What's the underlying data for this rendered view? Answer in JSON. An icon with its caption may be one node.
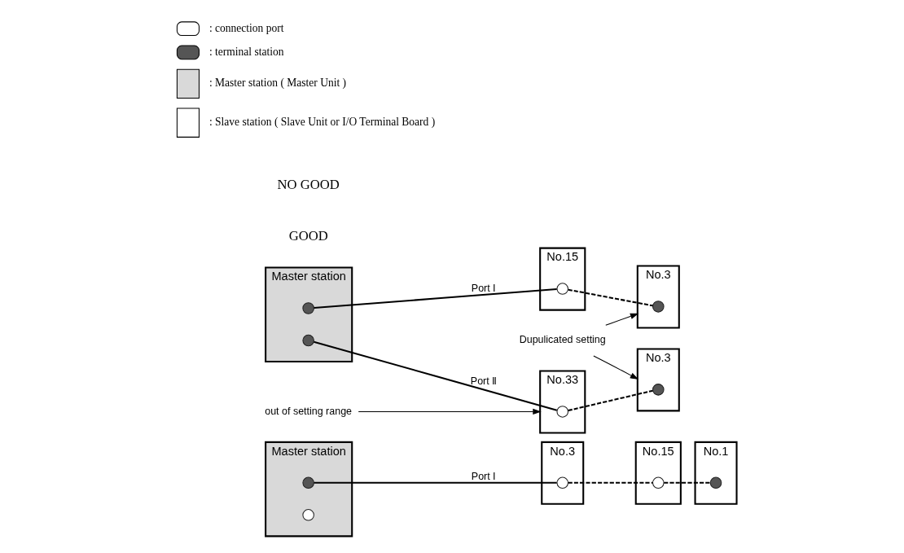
{
  "diagram": {
    "nodes": [
      {
        "text": [
          "Master station"
        ]
      },
      {
        "text": [],
        "shape": "dot",
        "in": 0
      },
      {
        "text": [],
        "shape": "circle",
        "in": 0
      },
      {
        "text": [
          "No.3"
        ]
      },
      {
        "text": [],
        "shape": "circle",
        "in": 3
      },
      {
        "text": [
          "No.15"
        ]
      },
      {
        "text": [],
        "shape": "circle",
        "in": 5
      },
      {
        "text": [
          "No.1"
        ]
      },
      {
        "text": [],
        "shape": "dot",
        "in": 7
      },
      {
        "text": [
          "Master station"
        ]
      },
      {
        "text": [],
        "shape": "dot",
        "in": 9
      },
      {
        "text": [],
        "shape": "dot",
        "in": 9
      },
      {
        "text": [
          "No.15"
        ]
      },
      {
        "text": [],
        "shape": "circle",
        "in": 12
      },
      {
        "text": [
          "No.3"
        ]
      },
      {
        "text": [],
        "shape": "dot",
        "in": 14
      },
      {
        "text": [
          "No.33"
        ]
      },
      {
        "text": [],
        "shape": "circle",
        "in": 16
      },
      {
        "text": [
          "No.3"
        ]
      },
      {
        "text": [],
        "shape": "dot",
        "in": 18
      },
      {
        "text": [
          "Dupulicated setting"
        ]
      },
      {
        "text": [
          "out of setting range"
        ]
      }
    ],
    "edges": [
      {
        "from": 1,
        "to": 4,
        "arrow": "none",
        "label": "Port Ⅰ"
      },
      {
        "from": 4,
        "to": 6,
        "arrow": "none",
        "style": "dashed"
      },
      {
        "from": 6,
        "to": 8,
        "arrow": "none",
        "style": "dashed"
      },
      {
        "from": 10,
        "to": 13,
        "arrow": "none",
        "label": "Port Ⅰ"
      },
      {
        "from": 13,
        "to": 15,
        "arrow": "none",
        "style": "dashed"
      },
      {
        "from": 11,
        "to": 17,
        "arrow": "none",
        "label": "Port Ⅱ"
      },
      {
        "from": 17,
        "to": 19,
        "arrow": "none",
        "style": "dashed"
      },
      {
        "from": 20,
        "to": 14,
        "arrow": "to"
      },
      {
        "from": 20,
        "to": 18,
        "arrow": "to"
      },
      {
        "from": 21,
        "to": 16,
        "arrow": "to"
      }
    ],
    "labels": [
      "GOOD",
      "NO GOOD"
    ],
    "legend": [
      {
        "text": ": connection port"
      },
      {
        "text": ": terminal station"
      },
      {
        "text": ": Master station ( Master Unit )",
        "color": "#d9d9d9"
      },
      {
        "text": ": Slave station ( Slave Unit or I/O Terminal Board )"
      }
    ]
  }
}
